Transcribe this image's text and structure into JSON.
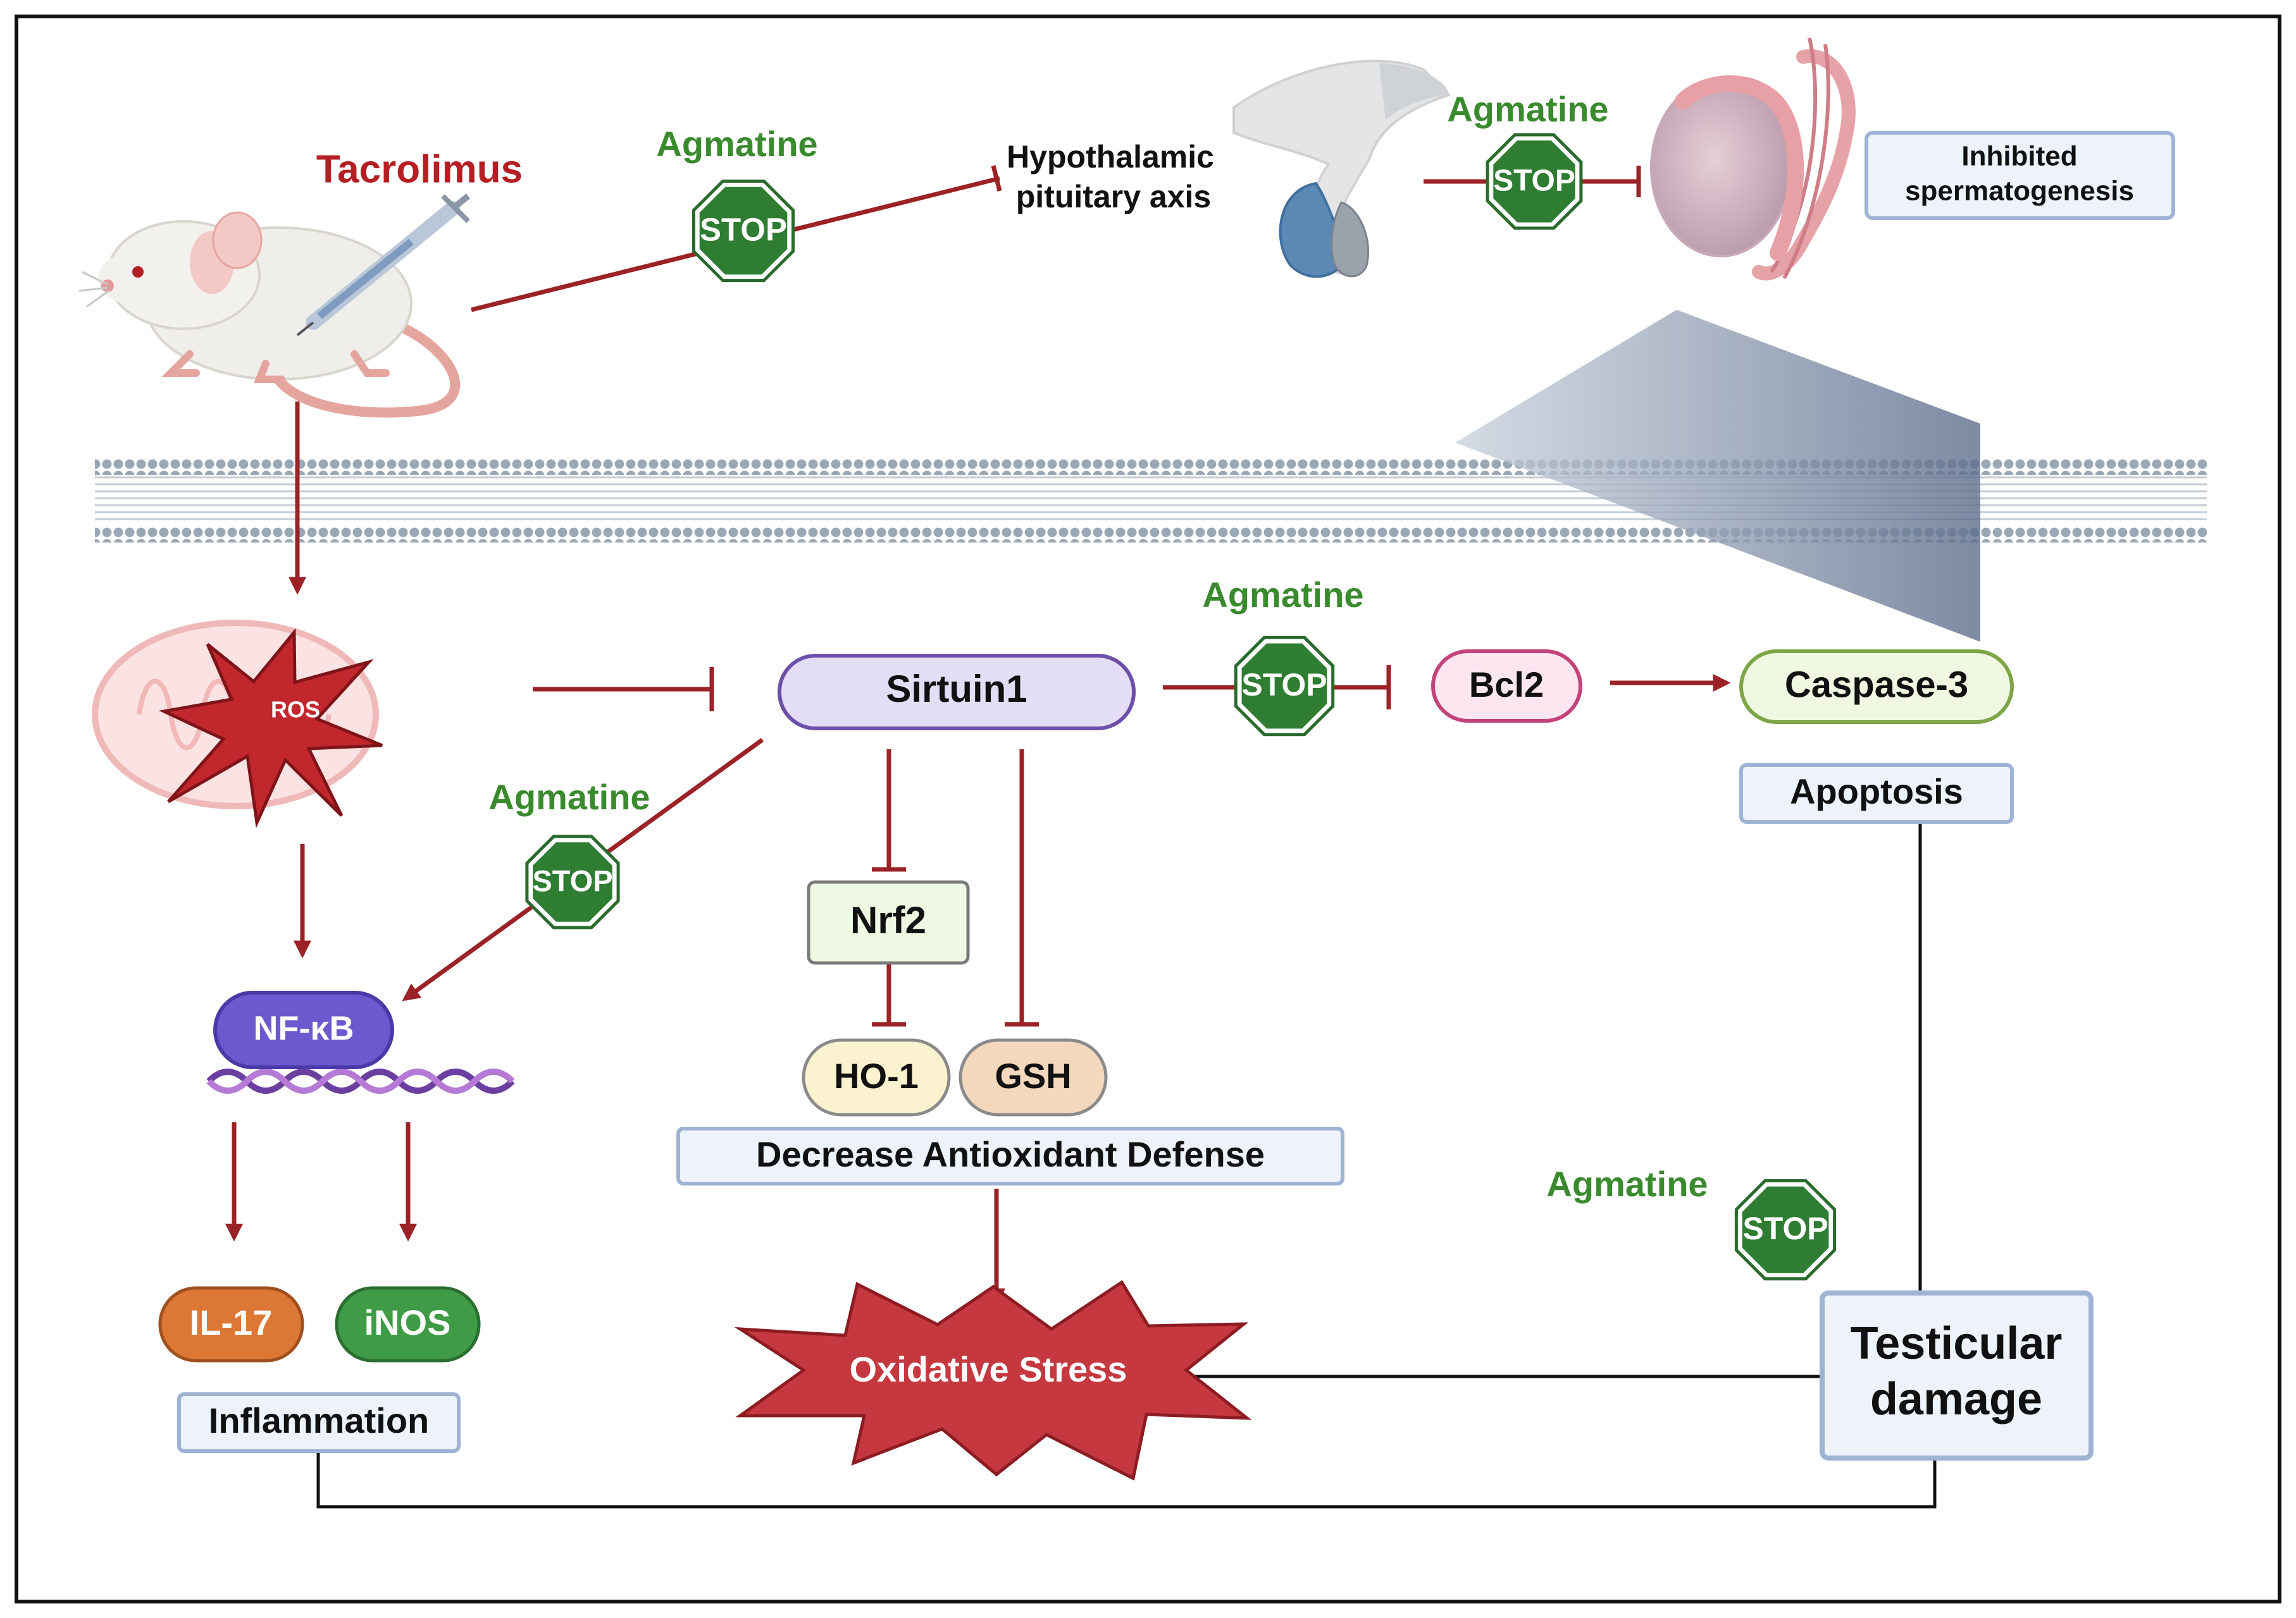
{
  "colors": {
    "arrow": "#9b2226",
    "agmatine_text": "#3a8a2e",
    "tacrolimus_text": "#b51f24",
    "stop_fill": "#2f7d32",
    "oxidative_fill": "#c6383f",
    "box_border": "#9fb3d4",
    "box_fill": "#eef3fb"
  },
  "labels": {
    "tacrolimus": "Tacrolimus",
    "agmatine": "Agmatine",
    "stop": "STOP",
    "hypothalamic_line1": "Hypothalamic",
    "hypothalamic_line2": "pituitary axis",
    "inhibited_line1": "Inhibited",
    "inhibited_line2": "spermatogenesis",
    "ros": "ROS",
    "sirtuin1": "Sirtuin1",
    "bcl2": "Bcl2",
    "caspase3": "Caspase-3",
    "apoptosis": "Apoptosis",
    "nfkb": "NF-κB",
    "nrf2": "Nrf2",
    "ho1": "HO-1",
    "gsh": "GSH",
    "decrease": "Decrease Antioxidant Defense",
    "il17": "IL-17",
    "inos": "iNOS",
    "inflammation": "Inflammation",
    "oxidative_stress": "Oxidative Stress",
    "testicular_line1": "Testicular",
    "testicular_line2": "damage"
  }
}
